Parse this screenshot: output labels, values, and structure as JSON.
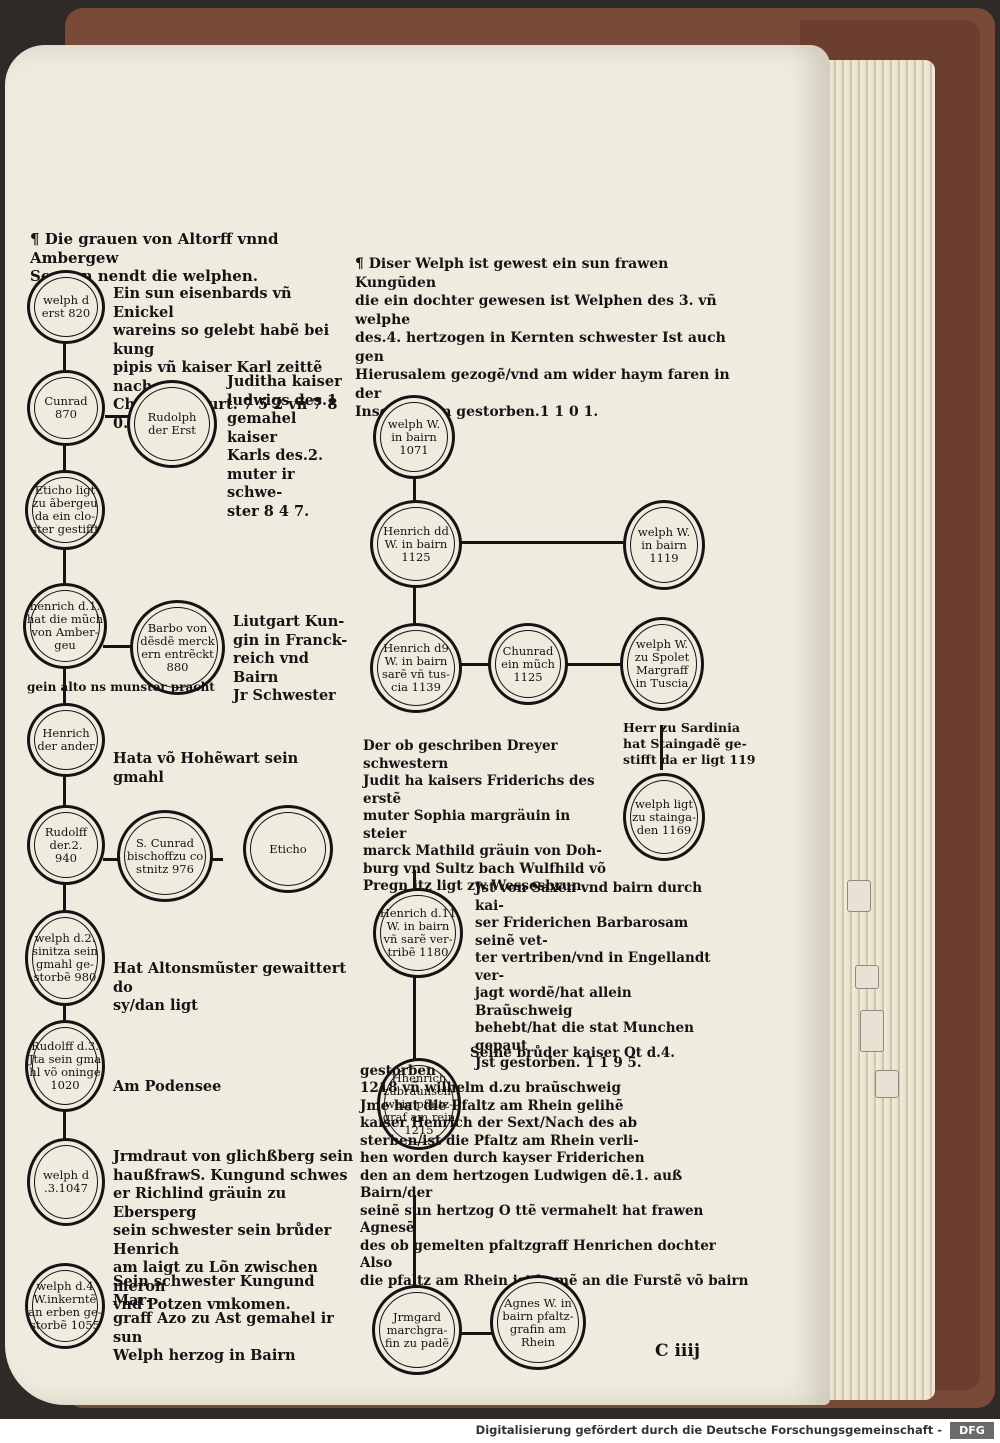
{
  "left_column": {
    "heading": "¶ Die grauen von Altorff vnnd Ambergew\nSo man nendt die welphen.",
    "medallions": [
      {
        "id": "m1",
        "text": "welph d\nerst 820"
      },
      {
        "id": "m2",
        "text": "Cunrad\n870"
      },
      {
        "id": "m3",
        "text": "Rudolph\nder Erst"
      },
      {
        "id": "m4",
        "text": "Eticho ligt\nzu ãbergeu\nda ein clo-\nster gestifft"
      },
      {
        "id": "m5",
        "text": "henrich d.1.\nhat die mũch\nvon Amber-\ngeu"
      },
      {
        "id": "m6",
        "text": "Barbo von\ndẽsdẽ merck\nern entrẽckt\n880"
      },
      {
        "id": "m7",
        "text": "Henrich\nder ander"
      },
      {
        "id": "m8",
        "text": "Rudolff\nder.2.\n940"
      },
      {
        "id": "m9",
        "text": "S. Cunrad\nbischoffzu co\nstnitz 976"
      },
      {
        "id": "m10",
        "text": "Eticho"
      },
      {
        "id": "m11",
        "text": "welph d.2.\nsinitza sein\ngmahl ge-\nstorbẽ 980"
      },
      {
        "id": "m12",
        "text": "Rudolff d.3.\nJta sein gma\nhl võ oninge\n1020"
      },
      {
        "id": "m13",
        "text": "welph d\n.3.1047"
      },
      {
        "id": "m14",
        "text": "welph d.4\nW.inkerntẽ\nan erben ge-\nstorbẽ 1055"
      }
    ],
    "texts": [
      {
        "id": "t1",
        "text": "Ein sun eisenbards vñ Enickel\nwareins so gelebt habẽ bei kung\npipis vñ kaiser Karl zeittẽ nach\nChristi gesturt. 7 5 2 vñ 7 8 0."
      },
      {
        "id": "t2",
        "text": "Juditha kaiser\nludwigs des.1\ngemahel kaiser\nKarls des.2.\nmuter ir schwe-\nster 8 4 7."
      },
      {
        "id": "t3",
        "text": "Liutgart Kun-\ngin in Franck-\nreich vnd Bairn\nJr Schwester"
      },
      {
        "id": "t4",
        "text": "gein alto ns munster pracht"
      },
      {
        "id": "t5",
        "text": "Hata võ Hohẽwart sein gmahl"
      },
      {
        "id": "t6",
        "text": "Hat Altonsmũster gewaittert do\nsy/dan ligt"
      },
      {
        "id": "t7",
        "text": "Am Podensee"
      },
      {
        "id": "t8",
        "text": "Jrmdraut von glichßberg sein\nhaußfrawS. Kungund schwes\ner Richlind gräuin zu Ebersperg\nsein schwester sein brůder Henrich\nam laigt zu Lõn zwischen meron\nvnd Potzen vmkomen."
      },
      {
        "id": "t9",
        "text": "Sein schwester Kungund Mar-\ngraff Azo zu Ast gemahel ir sun\nWelph herzog in Bairn"
      }
    ]
  },
  "right_column": {
    "heading": "¶ Diser Welph ist gewest ein sun frawen Kungũden\ndie ein dochter gewesen ist Welphen des 3. vñ welphe\ndes.4. hertzogen in Kernten schwester Ist auch gen\nHierusalem gezogẽ/vnd am wider haym faren in der\nInsel Cipern gestorben.1 1 0 1.",
    "medallions": [
      {
        "id": "r1",
        "text": "welph W.\nin bairn\n1071"
      },
      {
        "id": "r2",
        "text": "Henrich dd\nW. in bairn\n1125"
      },
      {
        "id": "r3",
        "text": "welph W.\nin bairn\n1119"
      },
      {
        "id": "r4",
        "text": "Henrich d9\nW. in bairn\nsarẽ vñ tus-\ncia 1139"
      },
      {
        "id": "r5",
        "text": "Chunrad\nein mũch\n1125"
      },
      {
        "id": "r6",
        "text": "welph W.\nzu Spolet\nMargraff\nin Tuscia"
      },
      {
        "id": "r7",
        "text": "welph ligt\nzu staingа-\nden 1169"
      },
      {
        "id": "r8",
        "text": "Henrich d.11\nW. in bairn\nvñ sarẽ ver-\ntribẽ 1180"
      },
      {
        "id": "r9",
        "text": "Hhenrich\nzubraunsch-\nweig pfaltz-\ngraf am rein\n1215"
      },
      {
        "id": "r10",
        "text": "Jrmgard\nmarchgra-\nfin zu padẽ"
      },
      {
        "id": "r11",
        "text": "Agnes W. in\nbairn pfaltz-\ngrafin am\nRhein"
      }
    ],
    "texts": [
      {
        "id": "rt1",
        "text": "Herr zu Sardinia\nhat Staingadẽ ge-\nstifft da er ligt 119"
      },
      {
        "id": "rt2",
        "text": "Der ob geschriben Dreyer schwestern\nJudit ha kaisers Friderichs des erstẽ\nmuter Sophia margräuin in steier\nmarck Mathild gräuin von Doh-\nburg vnd Sultz bach Wulfhild võ\nPregn itz ligt zw Wessesbrun."
      },
      {
        "id": "rt3",
        "text": "Jst von Saxen vnd bairn durch kai-\nser Friderichen Barbarosam seinẽ vet-\nter vertriben/vnd in Engellandt ver-\njagt wordẽ/hat allein Braũschweig\nbehebt/hat die stat Munchen gepaut\nJst gestorben. 1 1 9 5."
      },
      {
        "id": "rt4",
        "text": "Seine brůder kaiser Ot d.4. gestorben\n1218 vñ wilhelm d.zu braũschweig\nJme hat die Pfaltz am Rhein gelihẽ\nkaiser Henrich der Sext/Nach des ab\nsterben/ist die Pfaltz am Rhein verli-\nhen worden durch kayser Friderichen\nden an dem hertzogen Ludwigen dẽ.1. auß Bairn/der\nseinẽ sun hertzog O ttẽ vermahelt hat frawen Agnesẽ\ndes ob gemelten pfaltzgraff Henrichen dochter Also\ndie pfaltz am Rhein ist komẽ an die Furstẽ võ bairn"
      }
    ]
  },
  "page_number": "C iiij",
  "footer": {
    "text": "Digitalisierung gefördert durch die Deutsche Forschungsgemeinschaft -",
    "logo": "DFG"
  }
}
